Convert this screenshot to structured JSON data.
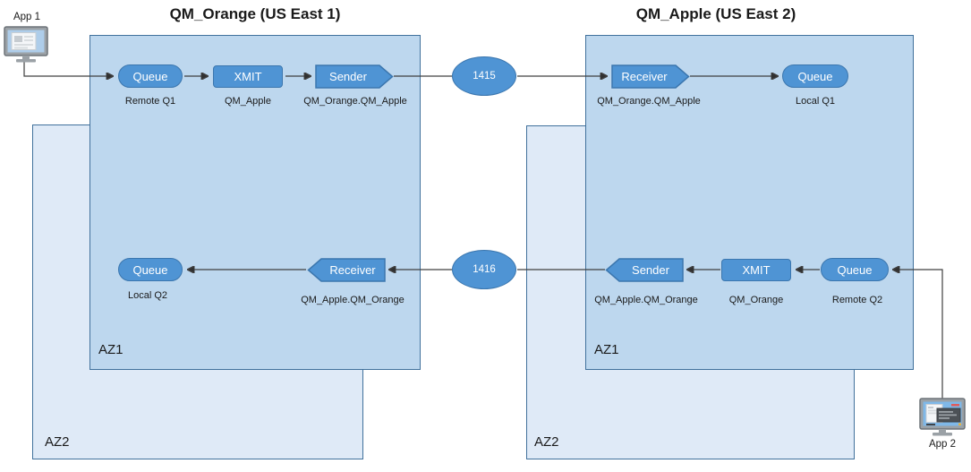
{
  "diagram": {
    "apps": {
      "app1_label": "App 1",
      "app2_label": "App 2"
    },
    "left_region": {
      "title": "QM_Orange (US East 1)",
      "az1_label": "AZ1",
      "az2_label": "AZ2"
    },
    "right_region": {
      "title": "QM_Apple (US East 2)",
      "az1_label": "AZ1",
      "az2_label": "AZ2"
    },
    "channels": {
      "port_top": "1415",
      "port_bottom": "1416"
    },
    "nodes": {
      "remote_q1": {
        "shape_label": "Queue",
        "name": "Remote Q1"
      },
      "xmit_to_apple": {
        "shape_label": "XMIT",
        "name": "QM_Apple"
      },
      "sender_orange_apple": {
        "shape_label": "Sender",
        "name": "QM_Orange.QM_Apple"
      },
      "receiver_orange_apple": {
        "shape_label": "Receiver",
        "name": "QM_Orange.QM_Apple"
      },
      "local_q1": {
        "shape_label": "Queue",
        "name": "Local Q1"
      },
      "local_q2": {
        "shape_label": "Queue",
        "name": "Local Q2"
      },
      "receiver_apple_orange": {
        "shape_label": "Receiver",
        "name": "QM_Apple.QM_Orange"
      },
      "sender_apple_orange": {
        "shape_label": "Sender",
        "name": "QM_Apple.QM_Orange"
      },
      "xmit_to_orange": {
        "shape_label": "XMIT",
        "name": "QM_Orange"
      },
      "remote_q2": {
        "shape_label": "Queue",
        "name": "Remote Q2"
      }
    },
    "colors": {
      "node_fill": "#4f94d4",
      "node_border": "#3b76ae",
      "az1_fill": "#bdd7ee",
      "az2_fill": "#dfeaf7",
      "box_border": "#41719c",
      "connector": "#404040"
    }
  }
}
